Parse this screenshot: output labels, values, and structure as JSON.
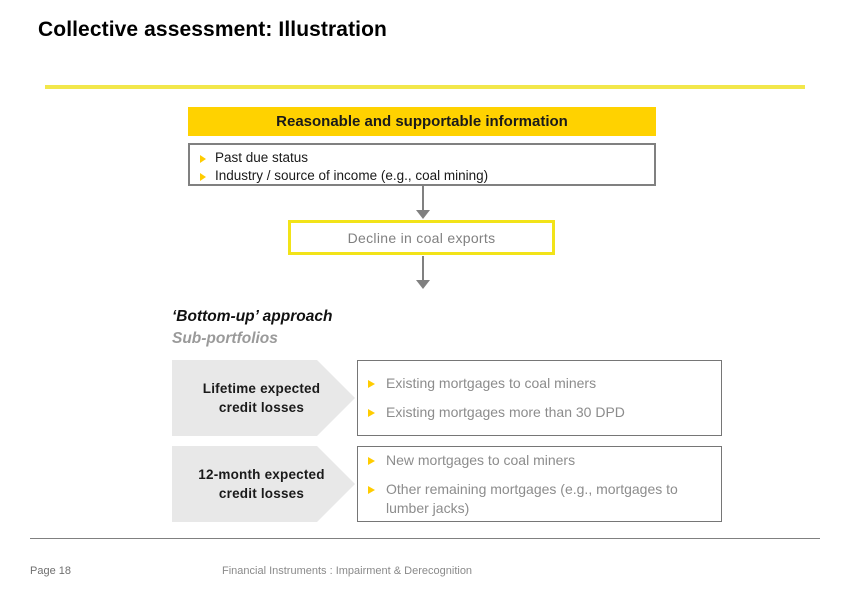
{
  "slide": {
    "title": "Collective assessment: Illustration"
  },
  "banner": {
    "label": "Reasonable and supportable information"
  },
  "criteria": {
    "items": [
      "Past due status",
      "Industry / source of income (e.g., coal mining)"
    ]
  },
  "event": {
    "label": "Decline in coal exports"
  },
  "approach": {
    "heading": "‘Bottom-up’ approach",
    "subheading": "Sub-portfolios"
  },
  "portfolios": [
    {
      "stage_label": "Lifetime expected credit losses",
      "items": [
        "Existing mortgages to coal miners",
        "Existing mortgages more than 30 DPD"
      ]
    },
    {
      "stage_label": "12-month expected credit losses",
      "items": [
        "New mortgages to coal miners",
        "Other remaining mortgages (e.g., mortgages to lumber jacks)"
      ]
    }
  ],
  "footer": {
    "page": "Page 18",
    "center": "Financial Instruments : Impairment & Derecognition"
  },
  "colors": {
    "banner_yellow": "#FFD200",
    "rule_yellow": "#F2E74B",
    "event_border_yellow": "#F2E318",
    "bullet_yellow": "#FFCC00",
    "chevron_gray": "#E8E8E8",
    "arrow_gray": "#808080",
    "muted_text": "#8c8c8c"
  }
}
